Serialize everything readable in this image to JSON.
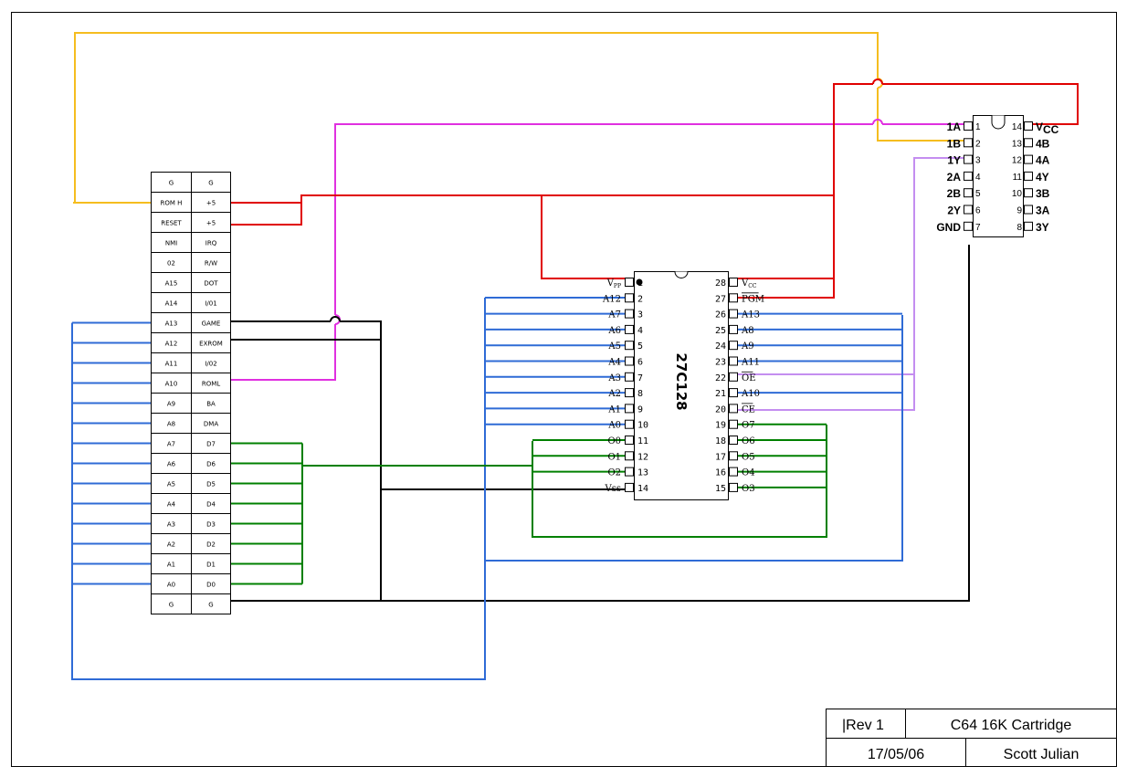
{
  "colors": {
    "rom_h": "#f5bd1f",
    "power": "#e00000",
    "rom_l": "#e030e0",
    "address": "#2f6bd6",
    "data": "#008000",
    "ground": "#000000",
    "chip_select": "#c48ef0"
  },
  "cartridge_port": {
    "left_pins": [
      "G",
      "ROM H",
      "RESET",
      "NMI",
      "02",
      "A15",
      "A14",
      "A13",
      "A12",
      "A11",
      "A10",
      "A9",
      "A8",
      "A7",
      "A6",
      "A5",
      "A4",
      "A3",
      "A2",
      "A1",
      "A0",
      "G"
    ],
    "right_pins": [
      "G",
      "+5",
      "+5",
      "IRQ",
      "R/W",
      "DOT",
      "I/01",
      "GAME",
      "EXROM",
      "I/02",
      "ROML",
      "BA",
      "DMA",
      "D7",
      "D6",
      "D5",
      "D4",
      "D3",
      "D2",
      "D1",
      "D0",
      "G"
    ]
  },
  "eprom": {
    "name": "27C128",
    "left_pins": [
      {
        "label": "Vpp",
        "sub": "PP",
        "num": "1"
      },
      {
        "label": "A12",
        "num": "2"
      },
      {
        "label": "A7",
        "num": "3"
      },
      {
        "label": "A6",
        "num": "4"
      },
      {
        "label": "A5",
        "num": "5"
      },
      {
        "label": "A4",
        "num": "6"
      },
      {
        "label": "A3",
        "num": "7"
      },
      {
        "label": "A2",
        "num": "8"
      },
      {
        "label": "A1",
        "num": "9"
      },
      {
        "label": "A0",
        "num": "10"
      },
      {
        "label": "O0",
        "num": "11"
      },
      {
        "label": "O1",
        "num": "12"
      },
      {
        "label": "O2",
        "num": "13"
      },
      {
        "label": "Vss",
        "num": "14"
      }
    ],
    "right_pins": [
      {
        "label": "Vcc",
        "sub": "CC",
        "num": "28"
      },
      {
        "label": "PGM",
        "num": "27",
        "overbar": true
      },
      {
        "label": "A13",
        "num": "26"
      },
      {
        "label": "A8",
        "num": "25"
      },
      {
        "label": "A9",
        "num": "24"
      },
      {
        "label": "A11",
        "num": "23"
      },
      {
        "label": "OE",
        "num": "22",
        "overbar": true
      },
      {
        "label": "A10",
        "num": "21"
      },
      {
        "label": "CE",
        "num": "20",
        "overbar": true
      },
      {
        "label": "O7",
        "num": "19"
      },
      {
        "label": "O6",
        "num": "18"
      },
      {
        "label": "O5",
        "num": "17"
      },
      {
        "label": "O4",
        "num": "16"
      },
      {
        "label": "O3",
        "num": "15"
      }
    ]
  },
  "logic_ic": {
    "left_pins": [
      {
        "label": "1A",
        "num": "1"
      },
      {
        "label": "1B",
        "num": "2"
      },
      {
        "label": "1Y",
        "num": "3"
      },
      {
        "label": "2A",
        "num": "4"
      },
      {
        "label": "2B",
        "num": "5"
      },
      {
        "label": "2Y",
        "num": "6"
      },
      {
        "label": "GND",
        "num": "7"
      }
    ],
    "right_pins": [
      {
        "label": "VCC",
        "num": "14"
      },
      {
        "label": "4B",
        "num": "13"
      },
      {
        "label": "4A",
        "num": "12"
      },
      {
        "label": "4Y",
        "num": "11"
      },
      {
        "label": "3B",
        "num": "10"
      },
      {
        "label": "3A",
        "num": "9"
      },
      {
        "label": "3Y",
        "num": "8"
      }
    ]
  },
  "title_block": {
    "revision": "|Rev 1",
    "title": "C64 16K Cartridge",
    "date": "17/05/06",
    "author": "Scott Julian"
  }
}
